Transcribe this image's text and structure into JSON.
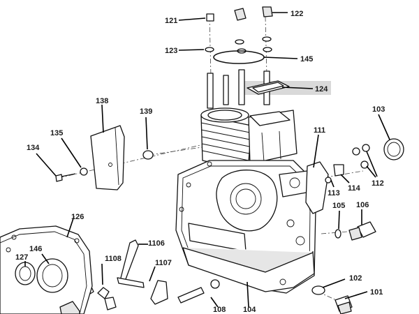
{
  "diagram": {
    "highlight_color": "#d9d9d9",
    "labels": [
      {
        "id": "121",
        "text": "121"
      },
      {
        "id": "122",
        "text": "122"
      },
      {
        "id": "123",
        "text": "123"
      },
      {
        "id": "145",
        "text": "145"
      },
      {
        "id": "124",
        "text": "124"
      },
      {
        "id": "138",
        "text": "138"
      },
      {
        "id": "139",
        "text": "139"
      },
      {
        "id": "135",
        "text": "135"
      },
      {
        "id": "134",
        "text": "134"
      },
      {
        "id": "111",
        "text": "111"
      },
      {
        "id": "103",
        "text": "103"
      },
      {
        "id": "113",
        "text": "113"
      },
      {
        "id": "114",
        "text": "114"
      },
      {
        "id": "112",
        "text": "112"
      },
      {
        "id": "105",
        "text": "105"
      },
      {
        "id": "106",
        "text": "106"
      },
      {
        "id": "126",
        "text": "126"
      },
      {
        "id": "146",
        "text": "146"
      },
      {
        "id": "127",
        "text": "127"
      },
      {
        "id": "1106",
        "text": "1106"
      },
      {
        "id": "1108",
        "text": "1108"
      },
      {
        "id": "1107",
        "text": "1107"
      },
      {
        "id": "102",
        "text": "102"
      },
      {
        "id": "101",
        "text": "101"
      },
      {
        "id": "108",
        "text": "108"
      },
      {
        "id": "104",
        "text": "104"
      }
    ]
  }
}
